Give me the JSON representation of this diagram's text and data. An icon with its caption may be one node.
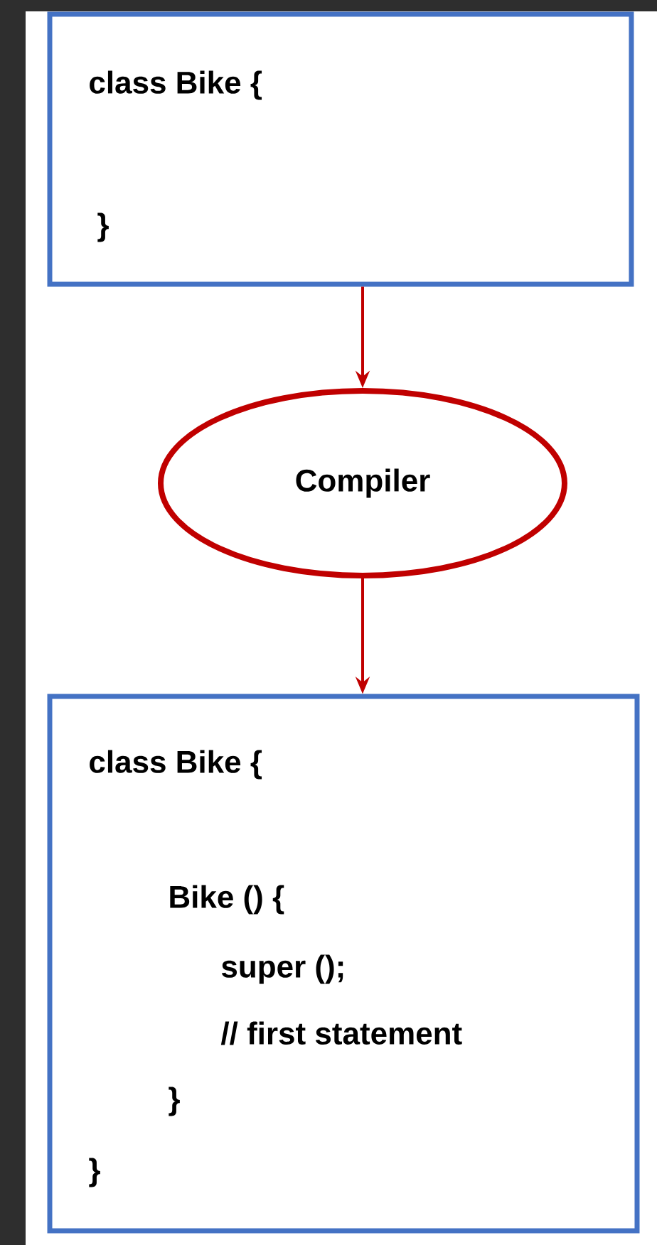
{
  "diagram": {
    "nodes": [
      {
        "text": [
          "class Bike {",
          "}"
        ]
      },
      {
        "text": [
          "Compiler"
        ]
      },
      {
        "text": [
          "class Bike {",
          "Bike () {",
          "super ();",
          "// first statement",
          "}",
          "}"
        ]
      }
    ],
    "edges": [
      {
        "from": 0,
        "to": 1,
        "arrow": "to"
      },
      {
        "from": 1,
        "to": 2,
        "arrow": "to"
      }
    ]
  }
}
